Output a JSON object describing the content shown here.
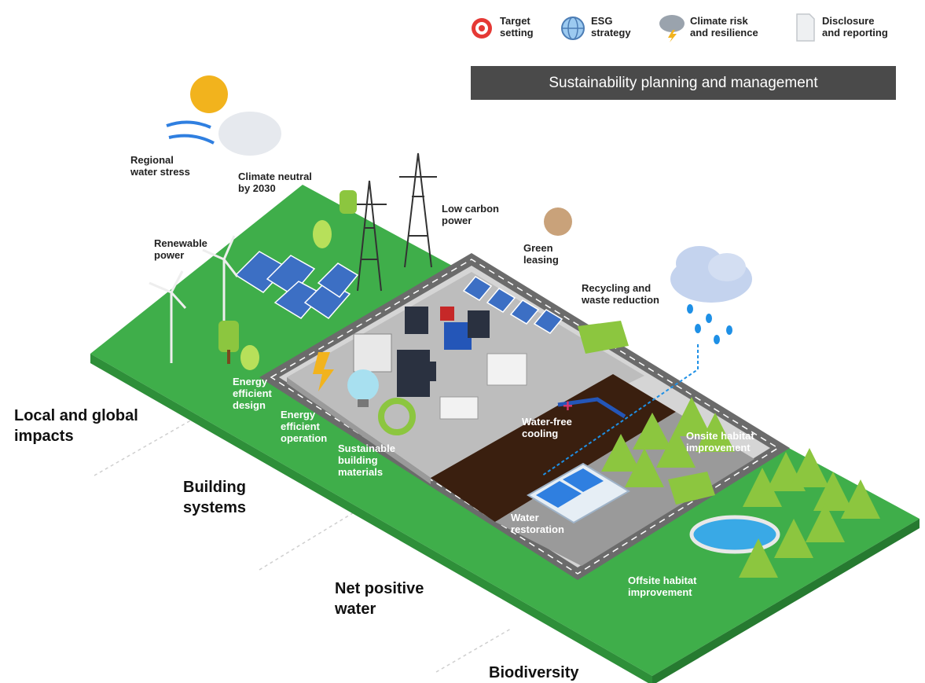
{
  "legend": [
    {
      "label": "Target\nsetting",
      "icon": "target-icon"
    },
    {
      "label": "ESG\nstrategy",
      "icon": "globe-icon"
    },
    {
      "label": "Climate risk\nand resilience",
      "icon": "storm-cloud-icon"
    },
    {
      "label": "Disclosure\nand reporting",
      "icon": "document-icon"
    }
  ],
  "banner": "Sustainability planning and management",
  "labels": {
    "regional_water_stress": "Regional\nwater stress",
    "climate_neutral": "Climate neutral\nby 2030",
    "low_carbon_power": "Low carbon\npower",
    "renewable_power": "Renewable\npower",
    "green_leasing": "Green\nleasing",
    "recycling": "Recycling and\nwaste reduction",
    "energy_design": "Energy\nefficient\ndesign",
    "energy_operation": "Energy\nefficient\noperation",
    "sustainable_materials": "Sustainable\nbuilding\nmaterials",
    "water_free_cooling": "Water-free\ncooling",
    "onsite_habitat": "Onsite habitat\nimprovement",
    "water_restoration": "Water\nrestoration",
    "offsite_habitat": "Offsite habitat\nimprovement"
  },
  "categories": {
    "local_global": "Local and global\nimpacts",
    "building_systems": "Building\nsystems",
    "net_positive_water": "Net positive\nwater",
    "biodiversity": "Biodiversity"
  },
  "colors": {
    "grass": "#3fae4a",
    "grass_side": "#2e8f39",
    "road": "#6b6b6b",
    "floor": "#c9c9c9",
    "soil": "#3a1f0f",
    "tree": "#8cc63f",
    "solar": "#3c6fc4",
    "banner": "#4a4a4a"
  }
}
